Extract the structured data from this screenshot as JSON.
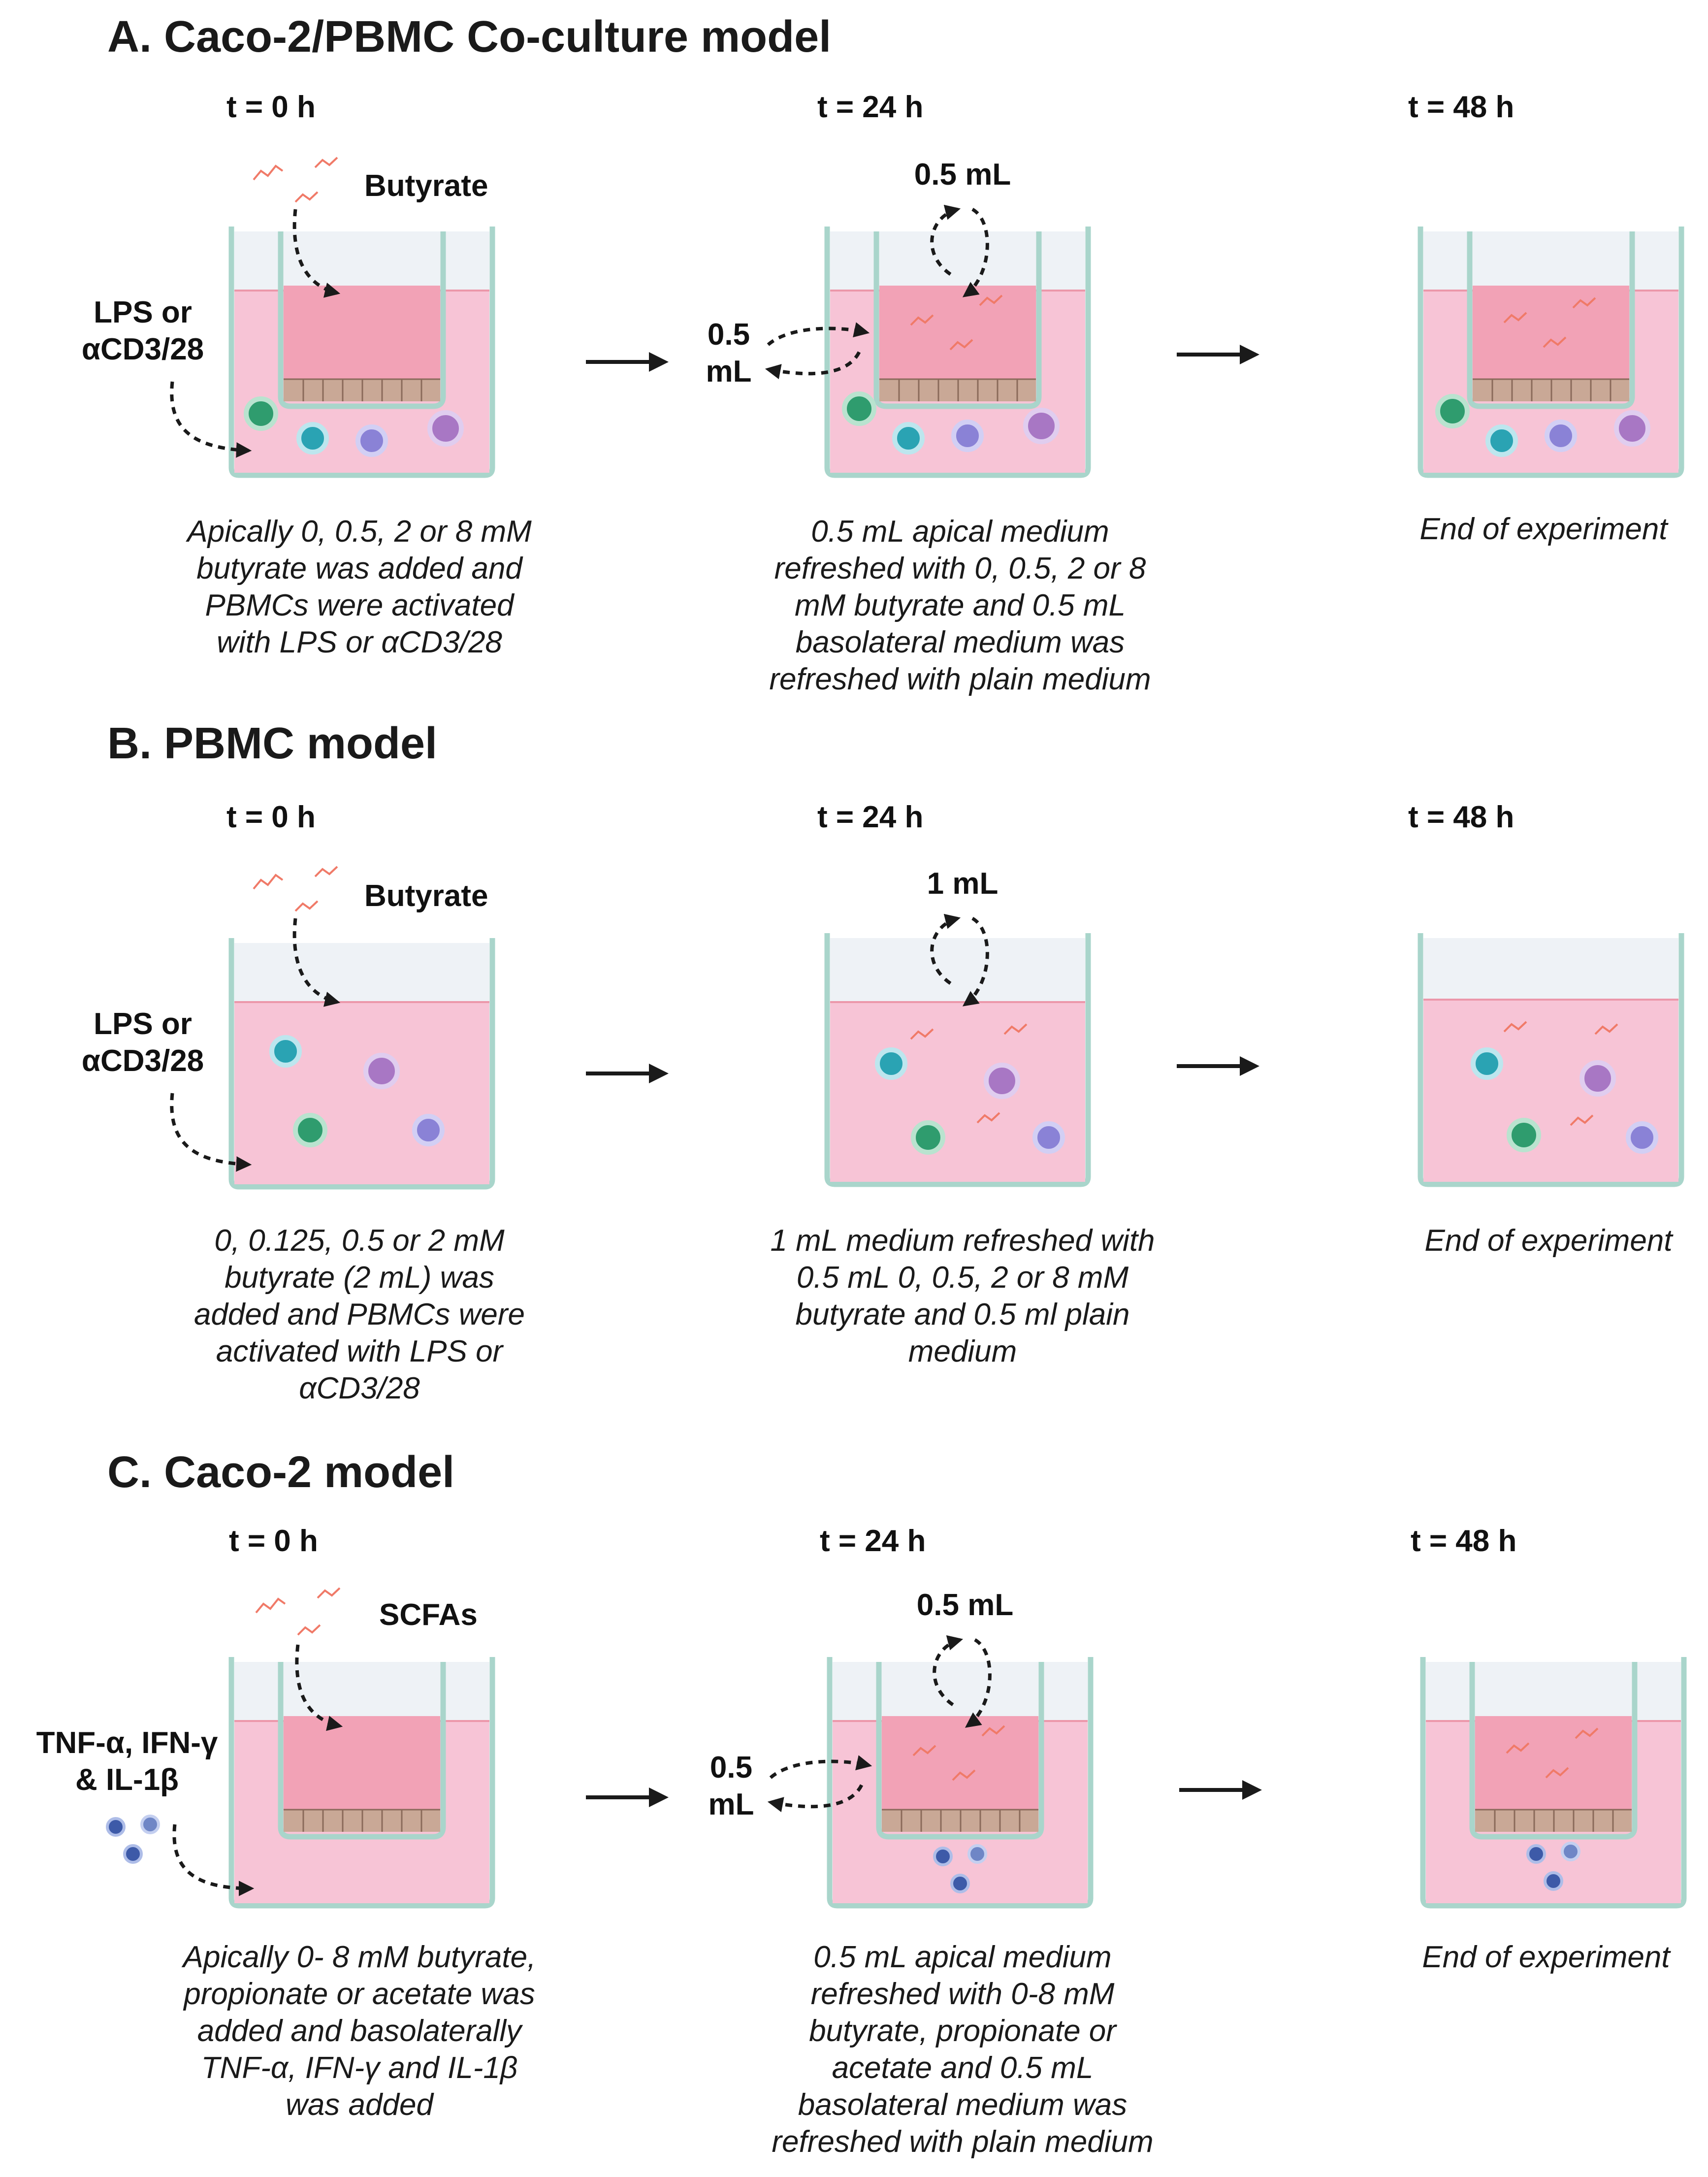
{
  "sections": [
    {
      "title": "A. Caco-2/PBMC Co-culture model",
      "times": [
        "t = 0 h",
        "t = 24 h",
        "t = 48 h"
      ],
      "labels": {
        "top_agent": "Butyrate",
        "side_agent_lines": [
          "LPS or",
          "αCD3/28"
        ],
        "top_volume": "0.5 mL",
        "side_volume_lines": [
          "0.5",
          "mL"
        ]
      },
      "captions": [
        [
          "Apically 0, 0.5, 2 or 8 mM",
          "butyrate was added and",
          "PBMCs were activated",
          "with LPS or αCD3/28"
        ],
        [
          "0.5 mL apical medium",
          "refreshed with 0, 0.5, 2 or 8",
          "mM butyrate and 0.5 mL",
          "basolateral medium was",
          "refreshed with plain medium"
        ],
        [
          "End of experiment"
        ]
      ]
    },
    {
      "title": "B. PBMC model",
      "times": [
        "t = 0 h",
        "t = 24 h",
        "t = 48 h"
      ],
      "labels": {
        "top_agent": "Butyrate",
        "side_agent_lines": [
          "LPS or",
          "αCD3/28"
        ],
        "top_volume": "1 mL"
      },
      "captions": [
        [
          "0, 0.125, 0.5 or 2 mM",
          "butyrate (2 mL) was",
          "added and PBMCs were",
          "activated with LPS or",
          "αCD3/28"
        ],
        [
          "1 mL medium refreshed with",
          "0.5 mL 0, 0.5, 2 or 8 mM",
          "butyrate and 0.5 ml plain",
          "medium"
        ],
        [
          "End of experiment"
        ]
      ]
    },
    {
      "title": "C. Caco-2 model",
      "times": [
        "t = 0 h",
        "t = 24 h",
        "t = 48 h"
      ],
      "labels": {
        "top_agent": "SCFAs",
        "side_agent_lines": [
          "TNF-α, IFN-γ",
          "& IL-1β"
        ],
        "top_volume": "0.5 mL",
        "side_volume_lines": [
          "0.5",
          "mL"
        ]
      },
      "captions": [
        [
          "Apically 0- 8 mM butyrate,",
          "propionate or acetate was",
          "added and basolaterally",
          "TNF-α, IFN-γ and IL-1β",
          "was added"
        ],
        [
          "0.5 mL apical medium",
          "refreshed with 0-8 mM",
          "butyrate, propionate or",
          "acetate and 0.5 mL",
          "basolateral medium was",
          "refreshed with plain medium"
        ],
        [
          "End of experiment"
        ]
      ]
    }
  ],
  "colors": {
    "well_outline": "#a9d5cb",
    "medium": "#f7c4d6",
    "apical_medium": "#f2a2b6",
    "air": "#eef2f6",
    "cell_layer": "#c9a896",
    "squiggle": "#f07a68",
    "arrow": "#1a1a1a",
    "cell_green": "#2f9c6e",
    "cell_cyan": "#2aa3b3",
    "cell_violet": "#8a82d6",
    "cell_mauve": "#a877c4",
    "cytokine_blue": "#3d5aa8"
  }
}
